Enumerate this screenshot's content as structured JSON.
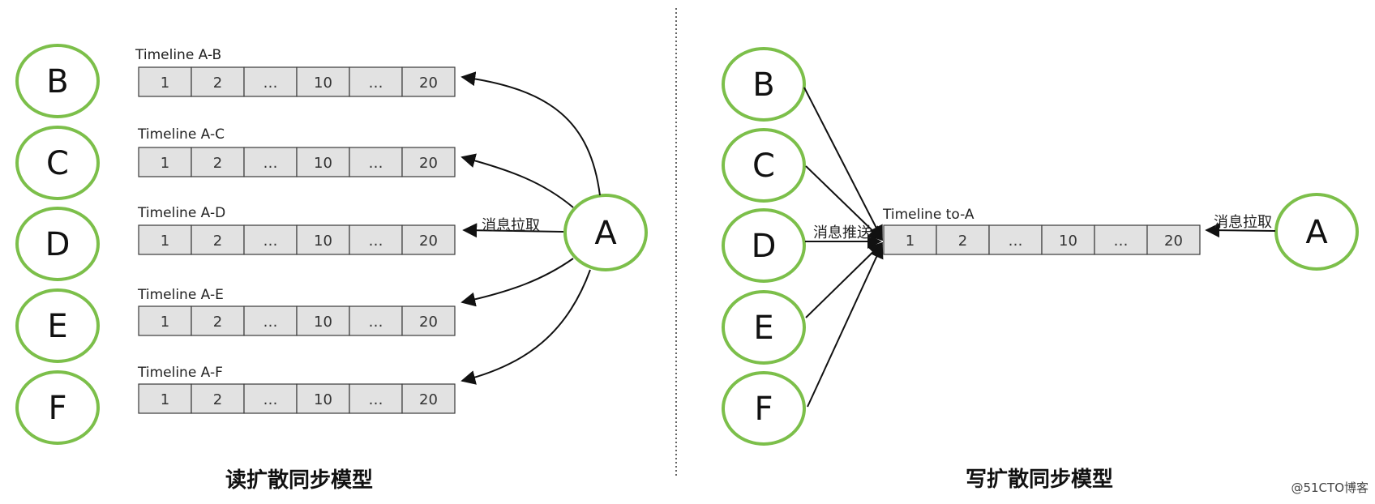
{
  "left": {
    "title": "读扩散同步模型",
    "source_node": "A",
    "pull_label": "消息拉取",
    "rows": [
      {
        "node": "B",
        "timeline": "Timeline A-B"
      },
      {
        "node": "C",
        "timeline": "Timeline A-C"
      },
      {
        "node": "D",
        "timeline": "Timeline A-D"
      },
      {
        "node": "E",
        "timeline": "Timeline A-E"
      },
      {
        "node": "F",
        "timeline": "Timeline A-F"
      }
    ]
  },
  "right": {
    "title": "写扩散同步模型",
    "nodes": [
      "B",
      "C",
      "D",
      "E",
      "F"
    ],
    "timeline": "Timeline to-A",
    "push_label": "消息推送",
    "pull_label": "消息拉取",
    "target_node": "A"
  },
  "cells": [
    "1",
    "2",
    "…",
    "10",
    "…",
    "20"
  ],
  "watermark": "@51CTO博客",
  "colors": {
    "node_stroke": "#7cbf4a",
    "cell_fill": "#e2e2e2"
  }
}
